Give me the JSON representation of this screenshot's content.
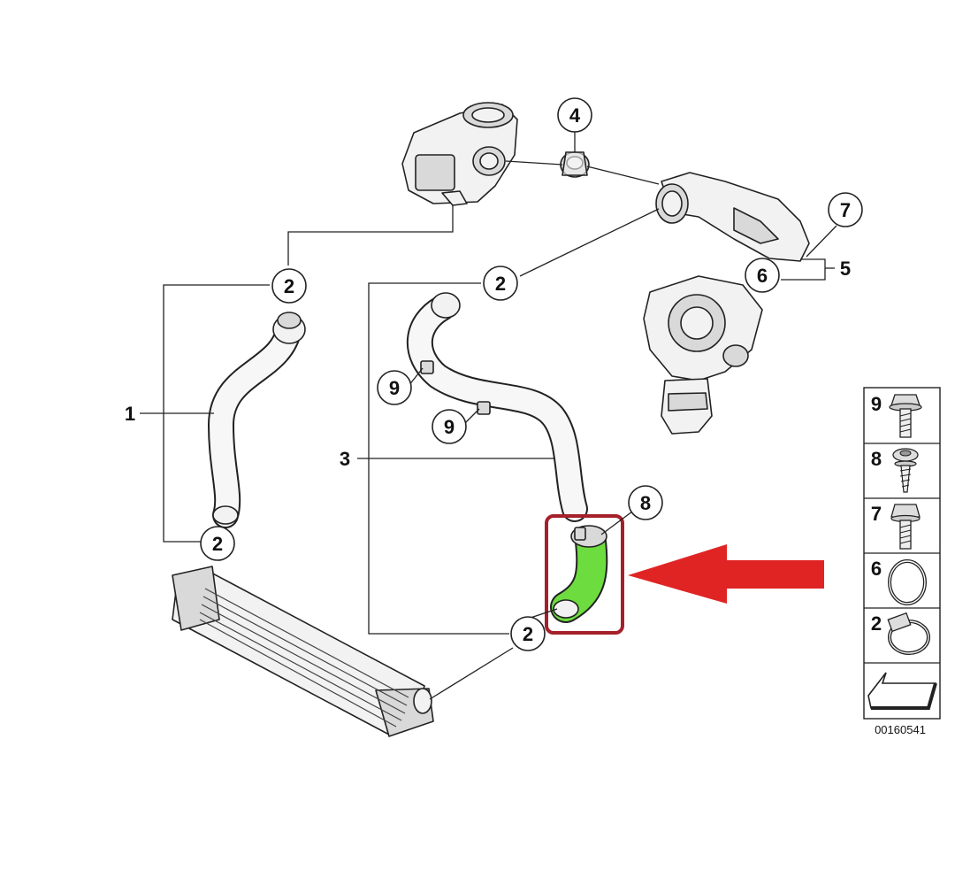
{
  "callouts": [
    {
      "id": "c4",
      "label": "4"
    },
    {
      "id": "c7",
      "label": "7"
    },
    {
      "id": "c6",
      "label": "6"
    },
    {
      "id": "c2a",
      "label": "2"
    },
    {
      "id": "c2b",
      "label": "2"
    },
    {
      "id": "c2c",
      "label": "2"
    },
    {
      "id": "c2d",
      "label": "2"
    },
    {
      "id": "c9a",
      "label": "9"
    },
    {
      "id": "c9b",
      "label": "9"
    },
    {
      "id": "c8",
      "label": "8"
    }
  ],
  "plain_labels": {
    "label_1": "1",
    "label_3": "3",
    "label_5": "5"
  },
  "legend": {
    "items": [
      {
        "number": "9",
        "part": "flange-bolt-icon"
      },
      {
        "number": "8",
        "part": "washer-screw-icon"
      },
      {
        "number": "7",
        "part": "hex-bolt-icon"
      },
      {
        "number": "6",
        "part": "o-ring-icon"
      },
      {
        "number": "2",
        "part": "hose-clamp-icon"
      }
    ],
    "footer_icon": "direction-arrow-icon"
  },
  "reference_number": "00160541",
  "colors": {
    "highlight_part": "#6ddc3f",
    "highlight_box": "#a4202a",
    "arrow": "#e02424"
  }
}
